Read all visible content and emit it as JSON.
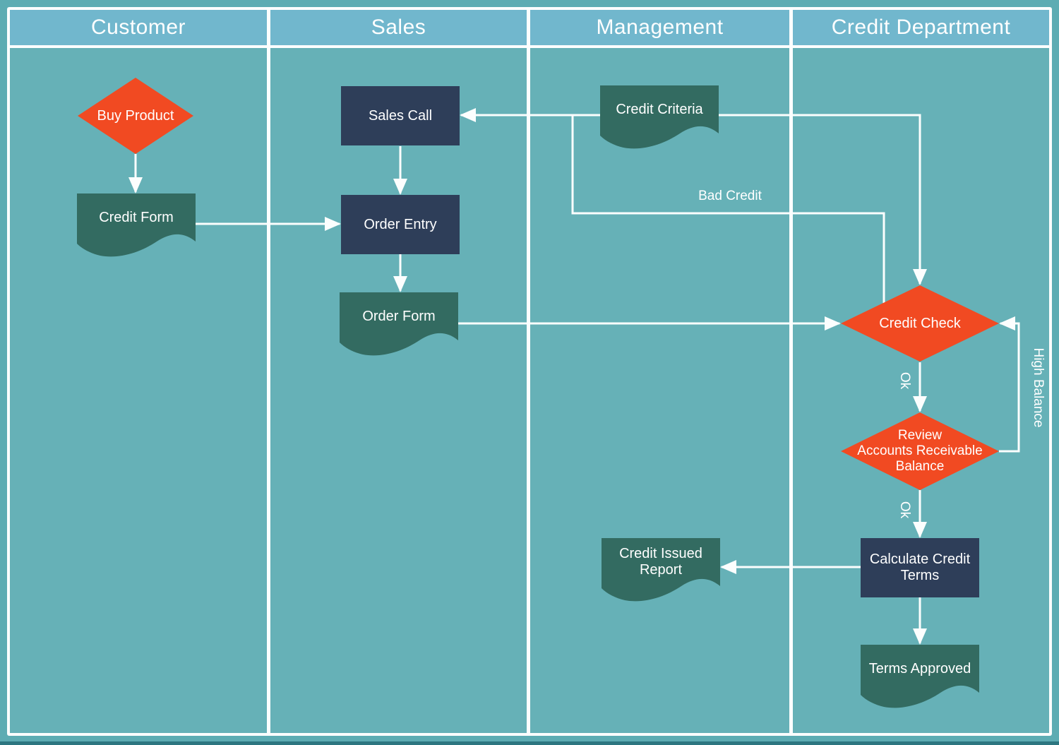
{
  "colors": {
    "page_bg": "#5dacb3",
    "frame_border": "#fcfefe",
    "header_fill": "#71b7cd",
    "lane_fill": "#66b1b7",
    "process_fill": "#2e3e59",
    "document_fill": "#336b61",
    "decision_fill": "#f14a22",
    "connector": "#fcfefe",
    "text": "#ffffff",
    "bottom_edge": "#2d7680"
  },
  "lanes": [
    {
      "label": "Customer"
    },
    {
      "label": "Sales"
    },
    {
      "label": "Management"
    },
    {
      "label": "Credit Department"
    }
  ],
  "shapes": {
    "buy_product": {
      "type": "decision",
      "label": "Buy Product"
    },
    "credit_form": {
      "type": "document",
      "label": "Credit Form"
    },
    "sales_call": {
      "type": "process",
      "label": "Sales Call"
    },
    "order_entry": {
      "type": "process",
      "label": "Order Entry"
    },
    "order_form": {
      "type": "document",
      "label": "Order Form"
    },
    "credit_criteria": {
      "type": "document",
      "label": "Credit Criteria"
    },
    "credit_check": {
      "type": "decision",
      "label": "Credit Check"
    },
    "review_balance": {
      "type": "decision",
      "label": "Review\nAccounts Receivable\nBalance"
    },
    "calculate_credit_terms": {
      "type": "process",
      "label": "Calculate Credit\nTerms"
    },
    "credit_issued_report": {
      "type": "document",
      "label": "Credit Issued\nReport"
    },
    "terms_approved": {
      "type": "document",
      "label": "Terms Approved"
    }
  },
  "connector_labels": {
    "bad_credit": "Bad Credit",
    "ok_credit_check": "Ok",
    "ok_review": "Ok",
    "high_balance": "High Balance"
  }
}
